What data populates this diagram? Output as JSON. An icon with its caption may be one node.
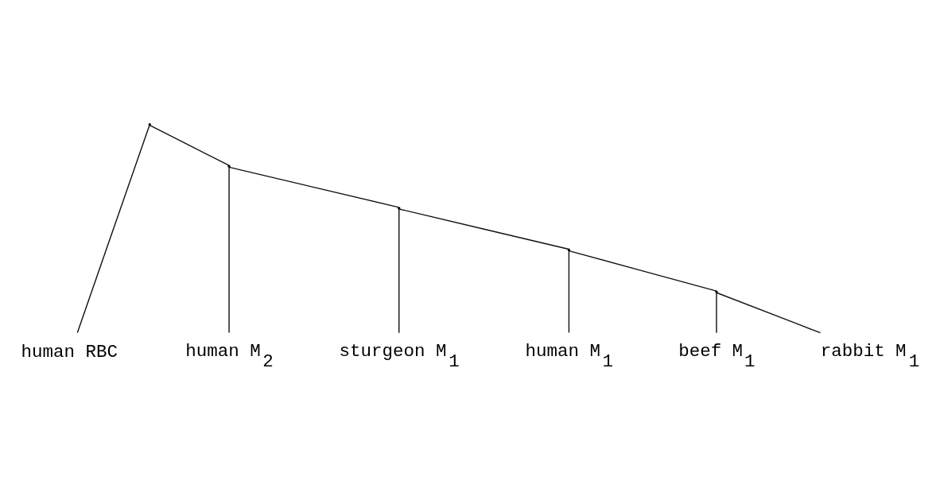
{
  "diagram": {
    "nodes": [
      {
        "text": [],
        "shape": "point"
      },
      {
        "text": [],
        "shape": "point"
      },
      {
        "text": [],
        "shape": "point"
      },
      {
        "text": [],
        "shape": "point"
      },
      {
        "text": [],
        "shape": "point"
      },
      {
        "text": [
          "human RBC"
        ]
      },
      {
        "text": [
          "human M$_{2}$"
        ]
      },
      {
        "text": [
          "sturgeon M$_{1}$"
        ]
      },
      {
        "text": [
          "human M$_{1}$"
        ]
      },
      {
        "text": [
          "beef M$_{1}$"
        ]
      },
      {
        "text": [
          "rabbit M$_{1}$"
        ]
      }
    ],
    "edges": [
      {
        "from": 0,
        "to": 5,
        "arrow": "none"
      },
      {
        "from": 0,
        "to": 1,
        "arrow": "none"
      },
      {
        "from": 1,
        "to": 6,
        "arrow": "none"
      },
      {
        "from": 1,
        "to": 2,
        "arrow": "none"
      },
      {
        "from": 2,
        "to": 7,
        "arrow": "none"
      },
      {
        "from": 2,
        "to": 3,
        "arrow": "none"
      },
      {
        "from": 3,
        "to": 8,
        "arrow": "none"
      },
      {
        "from": 3,
        "to": 4,
        "arrow": "none"
      },
      {
        "from": 4,
        "to": 9,
        "arrow": "none"
      },
      {
        "from": 4,
        "to": 10,
        "arrow": "none"
      }
    ]
  }
}
